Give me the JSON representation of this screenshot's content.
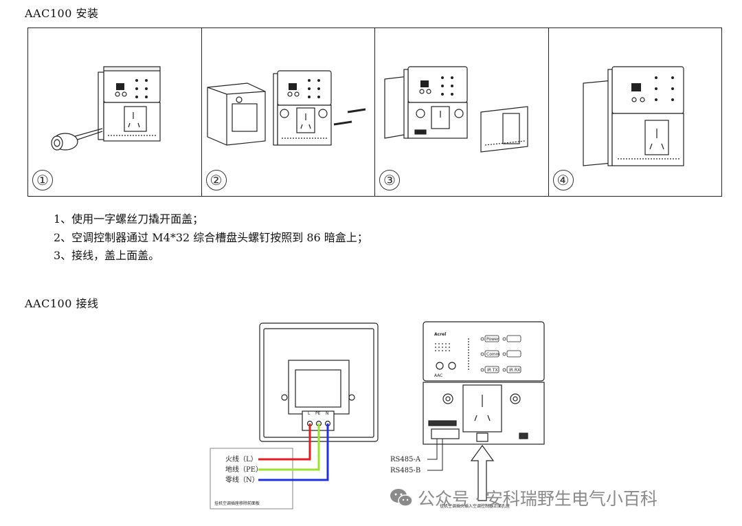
{
  "install": {
    "heading": "AAC100 安装",
    "panels": [
      {
        "step": "①"
      },
      {
        "step": "②"
      },
      {
        "step": "③"
      },
      {
        "step": "④"
      }
    ],
    "steps": [
      "1、使用一字螺丝刀撬开面盖；",
      "2、空调控制器通过 M4*32 综合槽盘头螺钉按照到 86 暗盒上；",
      "3、接线，盖上面盖。"
    ]
  },
  "wiring": {
    "heading": "AAC100 接线",
    "terminals": {
      "l": "L",
      "pe": "PE",
      "n": "N"
    },
    "wire_labels": {
      "live": "火线（L）",
      "earth": "地线（PE）",
      "neutral": "零线（N）"
    },
    "socket_caption": "挂机空调插座移除前面板",
    "controller": {
      "brand": "Acrel",
      "model": "AAC",
      "leds": [
        "Power",
        "Comm",
        "IR TX",
        "IR RX"
      ],
      "rs485_a": "RS485-A",
      "rs485_b": "RS485-B",
      "plug_caption": "挂机空调插头插入空调控制器正面孔座"
    },
    "colors": {
      "live": "#e11d1d",
      "earth": "#9be22a",
      "neutral": "#1d2fe1"
    }
  },
  "watermark": {
    "text": "公众号 · 安科瑞野生电气小百科",
    "icon": "wechat-icon"
  }
}
